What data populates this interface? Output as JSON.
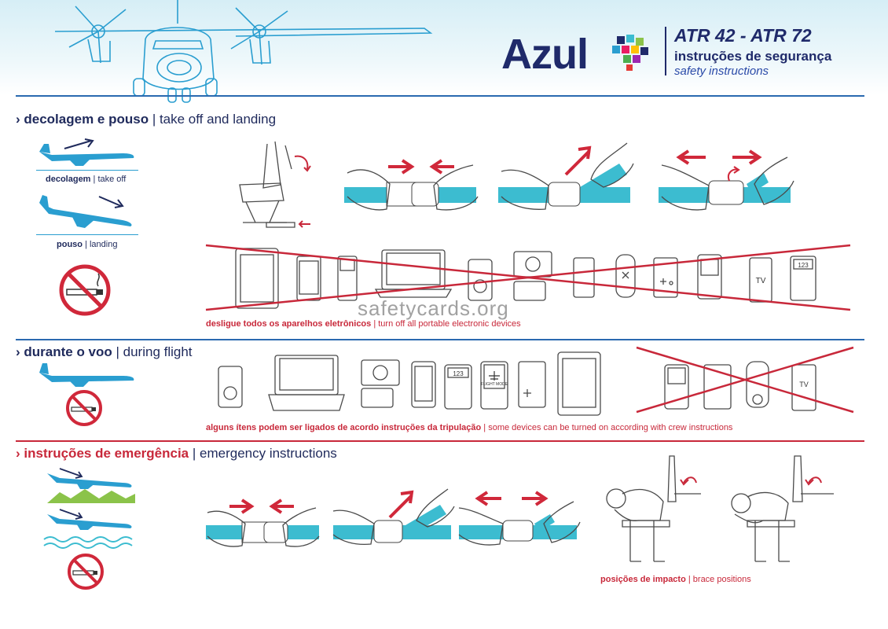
{
  "header": {
    "brand": "Azul",
    "model": "ATR 42 - ATR 72",
    "title_pt": "instruções de segurança",
    "title_en": "safety instructions"
  },
  "sections": {
    "takeoff": {
      "title_pt": "› decolagem e pouso",
      "title_en": " | take off and landing",
      "caption_takeoff_pt": "decolagem",
      "caption_takeoff_en": " | take off",
      "caption_landing_pt": "pouso",
      "caption_landing_en": " | landing",
      "note_pt": "desligue todos os aparelhos eletrônicos",
      "note_en": " | turn off all portable electronic devices"
    },
    "flight": {
      "title_pt": "› durante o voo",
      "title_en": " | during flight",
      "note_pt": "alguns ítens podem ser ligados de acordo instruções da tripulação",
      "note_en": " | some devices can be turned on according with crew instructions"
    },
    "emergency": {
      "title_pt": "› instruções de emergência",
      "title_en": " | emergency instructions",
      "note_pt": "posições de impacto",
      "note_en": " | brace positions"
    }
  },
  "device_labels": {
    "tv": "TV",
    "calc": "123",
    "flight_mode": "FLIGHT MODE"
  },
  "watermark": "safetycards.org",
  "colors": {
    "navy": "#1f2a6a",
    "red": "#c8283a",
    "teal": "#3cbcd0",
    "plane_blue": "#2a9ed0",
    "prohibit_red": "#d0283a"
  }
}
